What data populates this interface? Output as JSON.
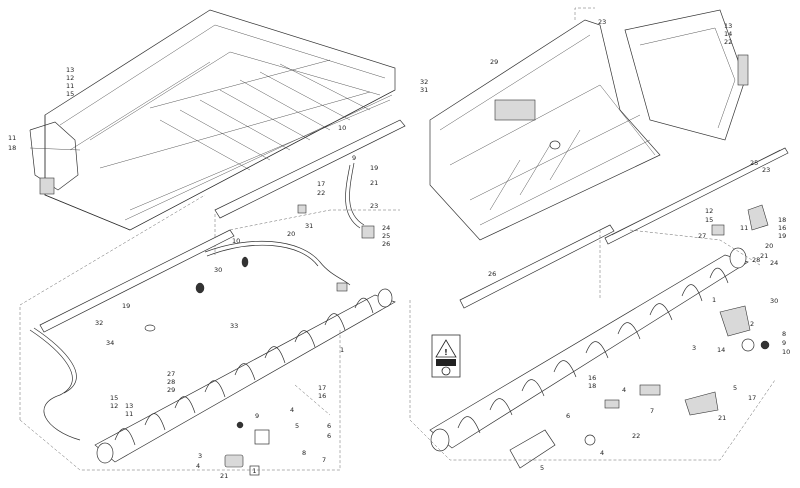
{
  "labels": [
    {
      "t": "13"
    },
    {
      "t": "12"
    },
    {
      "t": "11"
    },
    {
      "t": "15"
    },
    {
      "t": "11"
    },
    {
      "t": "18"
    },
    {
      "t": "10"
    },
    {
      "t": "9"
    },
    {
      "t": "19"
    },
    {
      "t": "21"
    },
    {
      "t": "23"
    },
    {
      "t": "24"
    },
    {
      "t": "25"
    },
    {
      "t": "26"
    },
    {
      "t": "17"
    },
    {
      "t": "22"
    },
    {
      "t": "31"
    },
    {
      "t": "20"
    },
    {
      "t": "10"
    },
    {
      "t": "30"
    },
    {
      "t": "19"
    },
    {
      "t": "32"
    },
    {
      "t": "33"
    },
    {
      "t": "34"
    },
    {
      "t": "1"
    },
    {
      "t": "27"
    },
    {
      "t": "28"
    },
    {
      "t": "29"
    },
    {
      "t": "17"
    },
    {
      "t": "16"
    },
    {
      "t": "4"
    },
    {
      "t": "5"
    },
    {
      "t": "6"
    },
    {
      "t": "6"
    },
    {
      "t": "9"
    },
    {
      "t": "8"
    },
    {
      "t": "7"
    },
    {
      "t": "21"
    },
    {
      "t": "3"
    },
    {
      "t": "15"
    },
    {
      "t": "12"
    },
    {
      "t": "13"
    },
    {
      "t": "11"
    },
    {
      "t": "4"
    },
    {
      "t": "23"
    },
    {
      "t": "29"
    },
    {
      "t": "32"
    },
    {
      "t": "31"
    },
    {
      "t": "13"
    },
    {
      "t": "14"
    },
    {
      "t": "22"
    },
    {
      "t": "25"
    },
    {
      "t": "23"
    },
    {
      "t": "12"
    },
    {
      "t": "15"
    },
    {
      "t": "27"
    },
    {
      "t": "11"
    },
    {
      "t": "18"
    },
    {
      "t": "16"
    },
    {
      "t": "19"
    },
    {
      "t": "20"
    },
    {
      "t": "21"
    },
    {
      "t": "28"
    },
    {
      "t": "24"
    },
    {
      "t": "26"
    },
    {
      "t": "1"
    },
    {
      "t": "30"
    },
    {
      "t": "2"
    },
    {
      "t": "8"
    },
    {
      "t": "9"
    },
    {
      "t": "10"
    },
    {
      "t": "3"
    },
    {
      "t": "14"
    },
    {
      "t": "5"
    },
    {
      "t": "17"
    },
    {
      "t": "16"
    },
    {
      "t": "18"
    },
    {
      "t": "4"
    },
    {
      "t": "21"
    },
    {
      "t": "7"
    },
    {
      "t": "6"
    },
    {
      "t": "4"
    },
    {
      "t": "22"
    },
    {
      "t": "5"
    }
  ],
  "boxed_label": "1",
  "icon_names": [
    "hand-crush-warning-icon",
    "caution-triangle-icon",
    "rotation-symbol-icon"
  ]
}
